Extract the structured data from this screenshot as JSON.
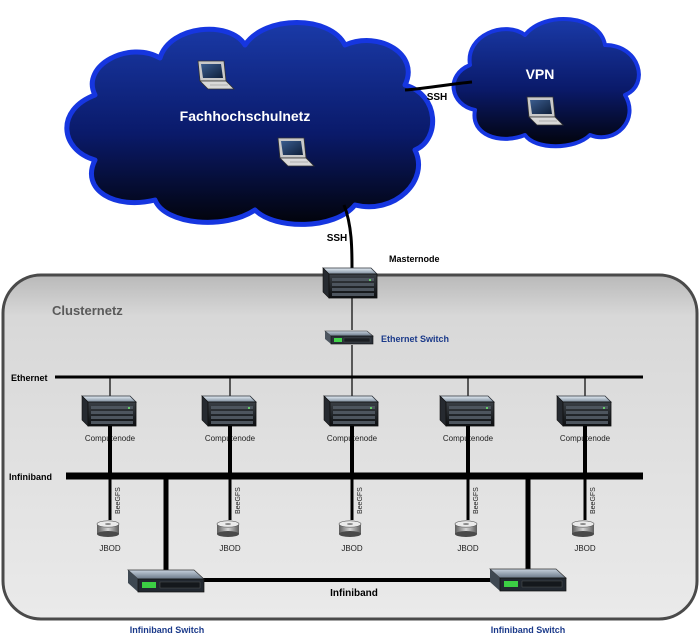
{
  "clouds": {
    "main_label": "Fachhochschulnetz",
    "vpn_label": "VPN"
  },
  "links": {
    "ssh_vpn": "SSH",
    "ssh_master": "SSH",
    "infiniband_bottom": "Infiniband"
  },
  "cluster": {
    "title": "Clusternetz",
    "masternode_label": "Masternode",
    "ethernet_switch_label": "Ethernet Switch",
    "ethernet_bus_label": "Ethernet",
    "infiniband_bus_label": "Infiniband",
    "compute_nodes": [
      "Computenode",
      "Computenode",
      "Computenode",
      "Computenode",
      "Computenode"
    ],
    "storage_link_labels": [
      "BeeGFS",
      "BeeGFS",
      "BeeGFS",
      "BeeGFS",
      "BeeGFS"
    ],
    "jbods": [
      "JBOD",
      "JBOD",
      "JBOD",
      "JBOD",
      "JBOD"
    ],
    "infiniband_switches": [
      "Infiniband Switch",
      "Infiniband Switch"
    ]
  },
  "colors": {
    "cloud_fill": "#0b1f7a",
    "cloud_outline": "#1636e0",
    "cluster_fill": "#e4e4e4",
    "cluster_outline": "#4a4a4a",
    "switch_label": "#1b3a8a",
    "line": "#000000"
  },
  "icons": {
    "laptop": "laptop-icon",
    "server": "server-icon",
    "switch": "network-switch-icon",
    "disk": "disk-icon"
  }
}
